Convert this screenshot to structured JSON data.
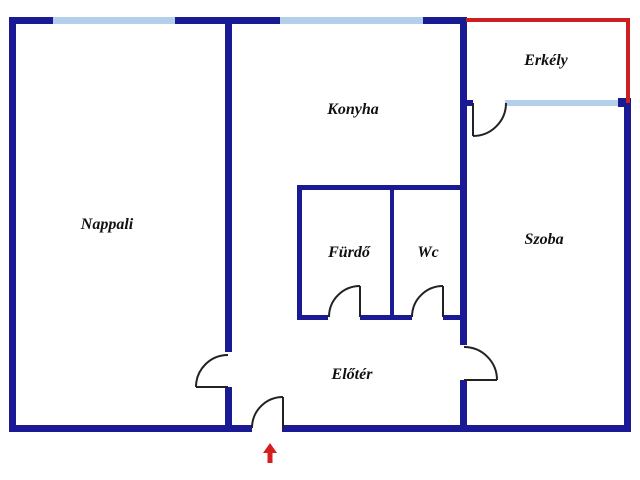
{
  "title": "Apartment floor plan",
  "colors": {
    "bg": "#ffffff",
    "wall": "#1a1a94",
    "window": "#b3cfe9",
    "balcony": "#cc2020",
    "door": "#222222",
    "arrow": "#d41f1f",
    "text": "#111111"
  },
  "rooms": [
    {
      "id": "nappali",
      "label": "Nappali"
    },
    {
      "id": "konyha",
      "label": "Konyha"
    },
    {
      "id": "erkely",
      "label": "Erkély"
    },
    {
      "id": "furdo",
      "label": "Fürdő"
    },
    {
      "id": "wc",
      "label": "Wc"
    },
    {
      "id": "szoba",
      "label": "Szoba"
    },
    {
      "id": "eloter",
      "label": "Előtér"
    }
  ],
  "legend": {
    "wall_color_meaning": "wall",
    "window_color_meaning": "window",
    "balcony_color_meaning": "balcony outline",
    "arrow_meaning": "entrance direction"
  }
}
